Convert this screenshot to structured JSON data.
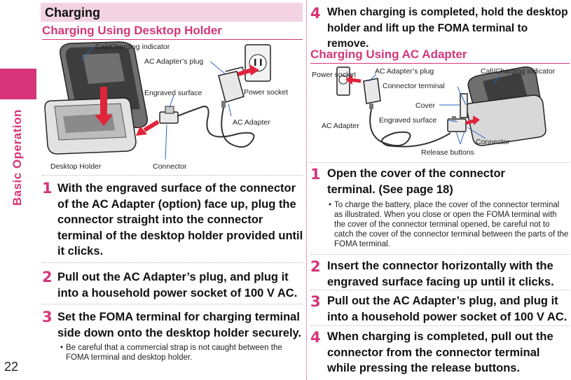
{
  "sidebar": {
    "label": "Basic Operation",
    "page_number": "22"
  },
  "left": {
    "section_title": "Charging",
    "subsection_title": "Charging Using Desktop Holder",
    "diagram_labels": {
      "indicator": "Call/Charging indicator",
      "ac_plug": "AC Adapter’s plug",
      "power_socket": "Power socket",
      "engraved": "Engraved surface",
      "ac_adapter": "AC Adapter",
      "holder": "Desktop Holder",
      "connector": "Connector"
    },
    "steps": [
      {
        "num": "1",
        "text": "With the engraved surface of the connector of the AC Adapter (option) face up, plug the connector straight into the connector terminal of the desktop holder provided until it clicks."
      },
      {
        "num": "2",
        "text": "Pull out the AC Adapter’s plug, and plug it into a household power socket of 100 V AC."
      },
      {
        "num": "3",
        "text": "Set the FOMA terminal for charging terminal side down onto the desktop holder securely.",
        "note": "Be careful that a commercial strap is not caught between the FOMA terminal and desktop holder."
      }
    ]
  },
  "right": {
    "top_step": {
      "num": "4",
      "text": "When charging is completed, hold the desktop holder and lift up the FOMA terminal to remove."
    },
    "subsection_title": "Charging Using AC Adapter",
    "diagram_labels": {
      "power_socket": "Power socket",
      "ac_plug": "AC Adapter’s plug",
      "indicator": "Call/Charging indicator",
      "terminal": "Connector terminal",
      "cover": "Cover",
      "ac_adapter": "AC Adapter",
      "engraved": "Engraved surface",
      "connector": "Connector",
      "release": "Release buttons"
    },
    "steps": [
      {
        "num": "1",
        "text": "Open the cover of the connector terminal. (See page 18)",
        "note": "To charge the battery, place the cover of the connector terminal as illustrated. When you close or open the FOMA terminal with the cover of the connector terminal opened, be careful not to catch the cover of the connector terminal between the parts of the FOMA terminal."
      },
      {
        "num": "2",
        "text": "Insert the connector horizontally with the engraved surface facing up until it clicks."
      },
      {
        "num": "3",
        "text": "Pull out the AC Adapter’s plug, and plug it into a household power socket of 100 V AC."
      },
      {
        "num": "4",
        "text": "When charging is completed, pull out the connector from the connector terminal while pressing the release buttons."
      }
    ]
  },
  "colors": {
    "accent": "#d6357a",
    "band": "#f3d3e2",
    "arrow": "#e0243a"
  }
}
